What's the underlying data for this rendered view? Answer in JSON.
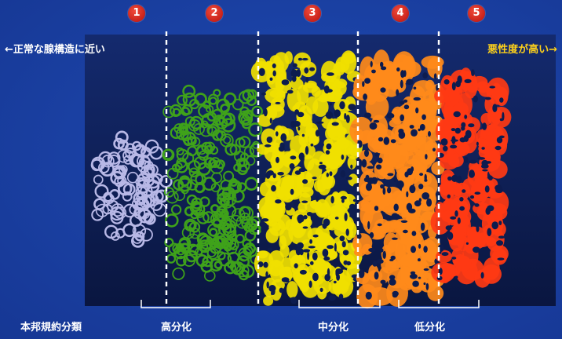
{
  "stages": [
    {
      "number": "1",
      "color": "#b8b8e6"
    },
    {
      "number": "2",
      "color": "#3fa21a"
    },
    {
      "number": "3",
      "color": "#f0e000"
    },
    {
      "number": "4",
      "color": "#ff8a1a"
    },
    {
      "number": "5",
      "color": "#ff3a14"
    }
  ],
  "header": {
    "left": "←正常な腺構造に近い",
    "right": "悪性度が高い→"
  },
  "classification": {
    "title": "本邦規約分類",
    "well": "高分化",
    "moderate": "中分化",
    "poor": "低分化"
  },
  "colors": {
    "background": "#1a40a2",
    "panel": "#0d1c4f",
    "badge": "#d8281c",
    "divider": "#ffffff",
    "highlight_text": "#ffd21a"
  }
}
